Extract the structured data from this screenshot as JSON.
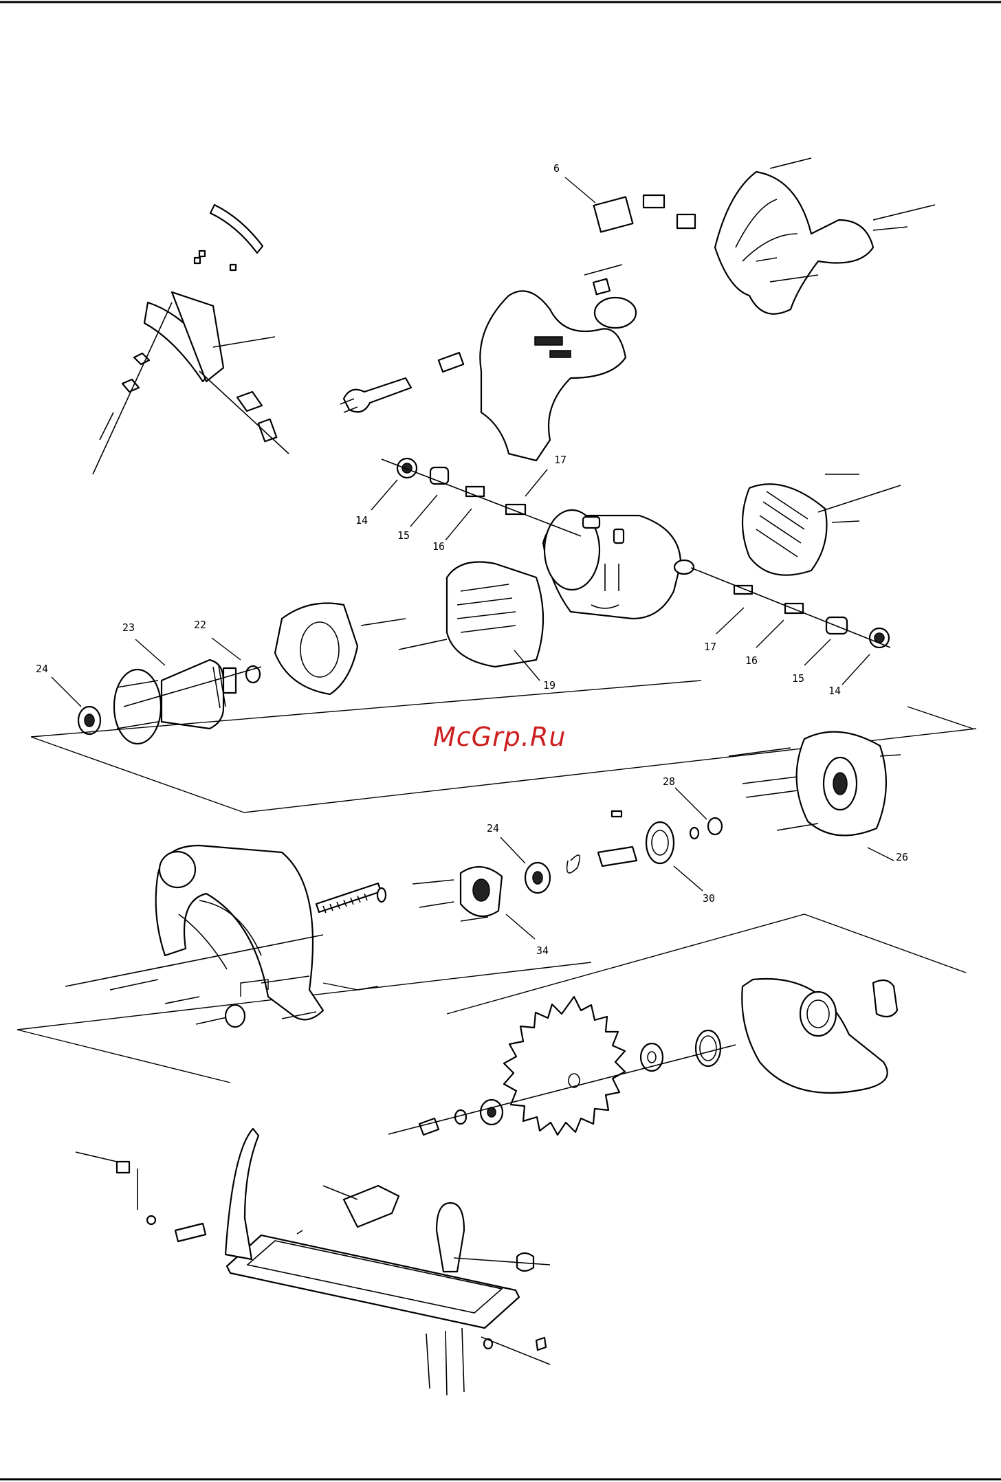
{
  "watermark": {
    "text": "McGrp.Ru",
    "color": "#cc1f1f"
  },
  "callouts": [
    {
      "id": "6",
      "label": "6"
    },
    {
      "id": "17a",
      "label": "17"
    },
    {
      "id": "14a",
      "label": "14"
    },
    {
      "id": "15a",
      "label": "15"
    },
    {
      "id": "16a",
      "label": "16"
    },
    {
      "id": "23",
      "label": "23"
    },
    {
      "id": "22",
      "label": "22"
    },
    {
      "id": "24a",
      "label": "24"
    },
    {
      "id": "19",
      "label": "19"
    },
    {
      "id": "17b",
      "label": "17"
    },
    {
      "id": "16b",
      "label": "16"
    },
    {
      "id": "15b",
      "label": "15"
    },
    {
      "id": "14b",
      "label": "14"
    },
    {
      "id": "28",
      "label": "28"
    },
    {
      "id": "24b",
      "label": "24"
    },
    {
      "id": "26",
      "label": "26"
    },
    {
      "id": "30",
      "label": "30"
    },
    {
      "id": "34",
      "label": "34"
    }
  ],
  "icons": {
    "parts": "exploded-parts-drawing"
  }
}
